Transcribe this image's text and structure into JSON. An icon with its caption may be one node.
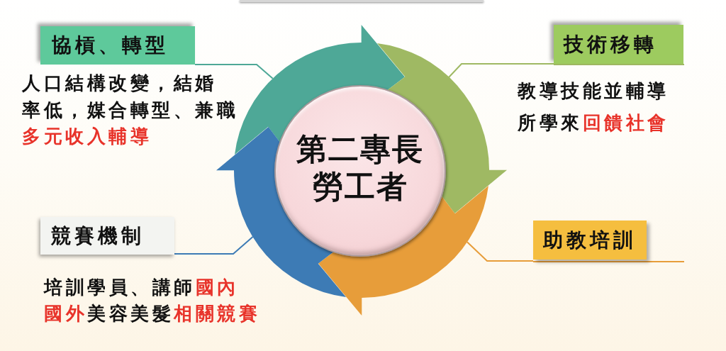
{
  "diagram": {
    "nodes": [
      {
        "text": [
          "第二專長勞工者"
        ]
      },
      {
        "text": [
          "協槓、轉型"
        ],
        "beside": [
          "人口結構改變，結婚率低，媒合轉型、兼職多元收入輔導"
        ]
      },
      {
        "text": [
          "技術移轉"
        ],
        "beside": [
          "教導技能並輔導所學來回饋社會"
        ]
      },
      {
        "text": [
          "助教培訓"
        ]
      },
      {
        "text": [
          "競賽機制"
        ]
      },
      {
        "text": [],
        "shape": "arrow"
      },
      {
        "text": [],
        "shape": "arrow"
      },
      {
        "text": [],
        "shape": "arrow"
      },
      {
        "text": [],
        "shape": "arrow"
      }
    ],
    "edges": [
      {
        "from": 1,
        "to": 5,
        "arrow": "none",
        "color": "#4ea897"
      },
      {
        "from": 2,
        "to": 6,
        "arrow": "none",
        "color": "#9fb963"
      },
      {
        "from": 3,
        "to": 7,
        "arrow": "none",
        "color": "#e79d3a"
      },
      {
        "from": 4,
        "to": 8,
        "arrow": "none",
        "color": "#3d7bb5"
      }
    ],
    "labels": [
      "培訓學員、講師國內國外美容美髮相關競賽"
    ]
  }
}
